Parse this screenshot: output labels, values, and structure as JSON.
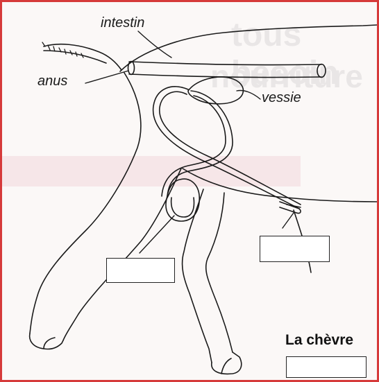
{
  "diagram": {
    "labels": {
      "intestin": "intestin",
      "anus": "anus",
      "vessie": "vessie"
    },
    "title": "La chèvre",
    "answer_boxes": [
      {
        "id": "left",
        "value": ""
      },
      {
        "id": "right",
        "value": ""
      },
      {
        "id": "bottom",
        "value": ""
      }
    ]
  },
  "background_text": {
    "line1": "tous besoin",
    "line2": "nourriture"
  },
  "colors": {
    "frame": "#d63a3a",
    "ink": "#1a1a1a",
    "pink_band": "#f3dbe1"
  }
}
